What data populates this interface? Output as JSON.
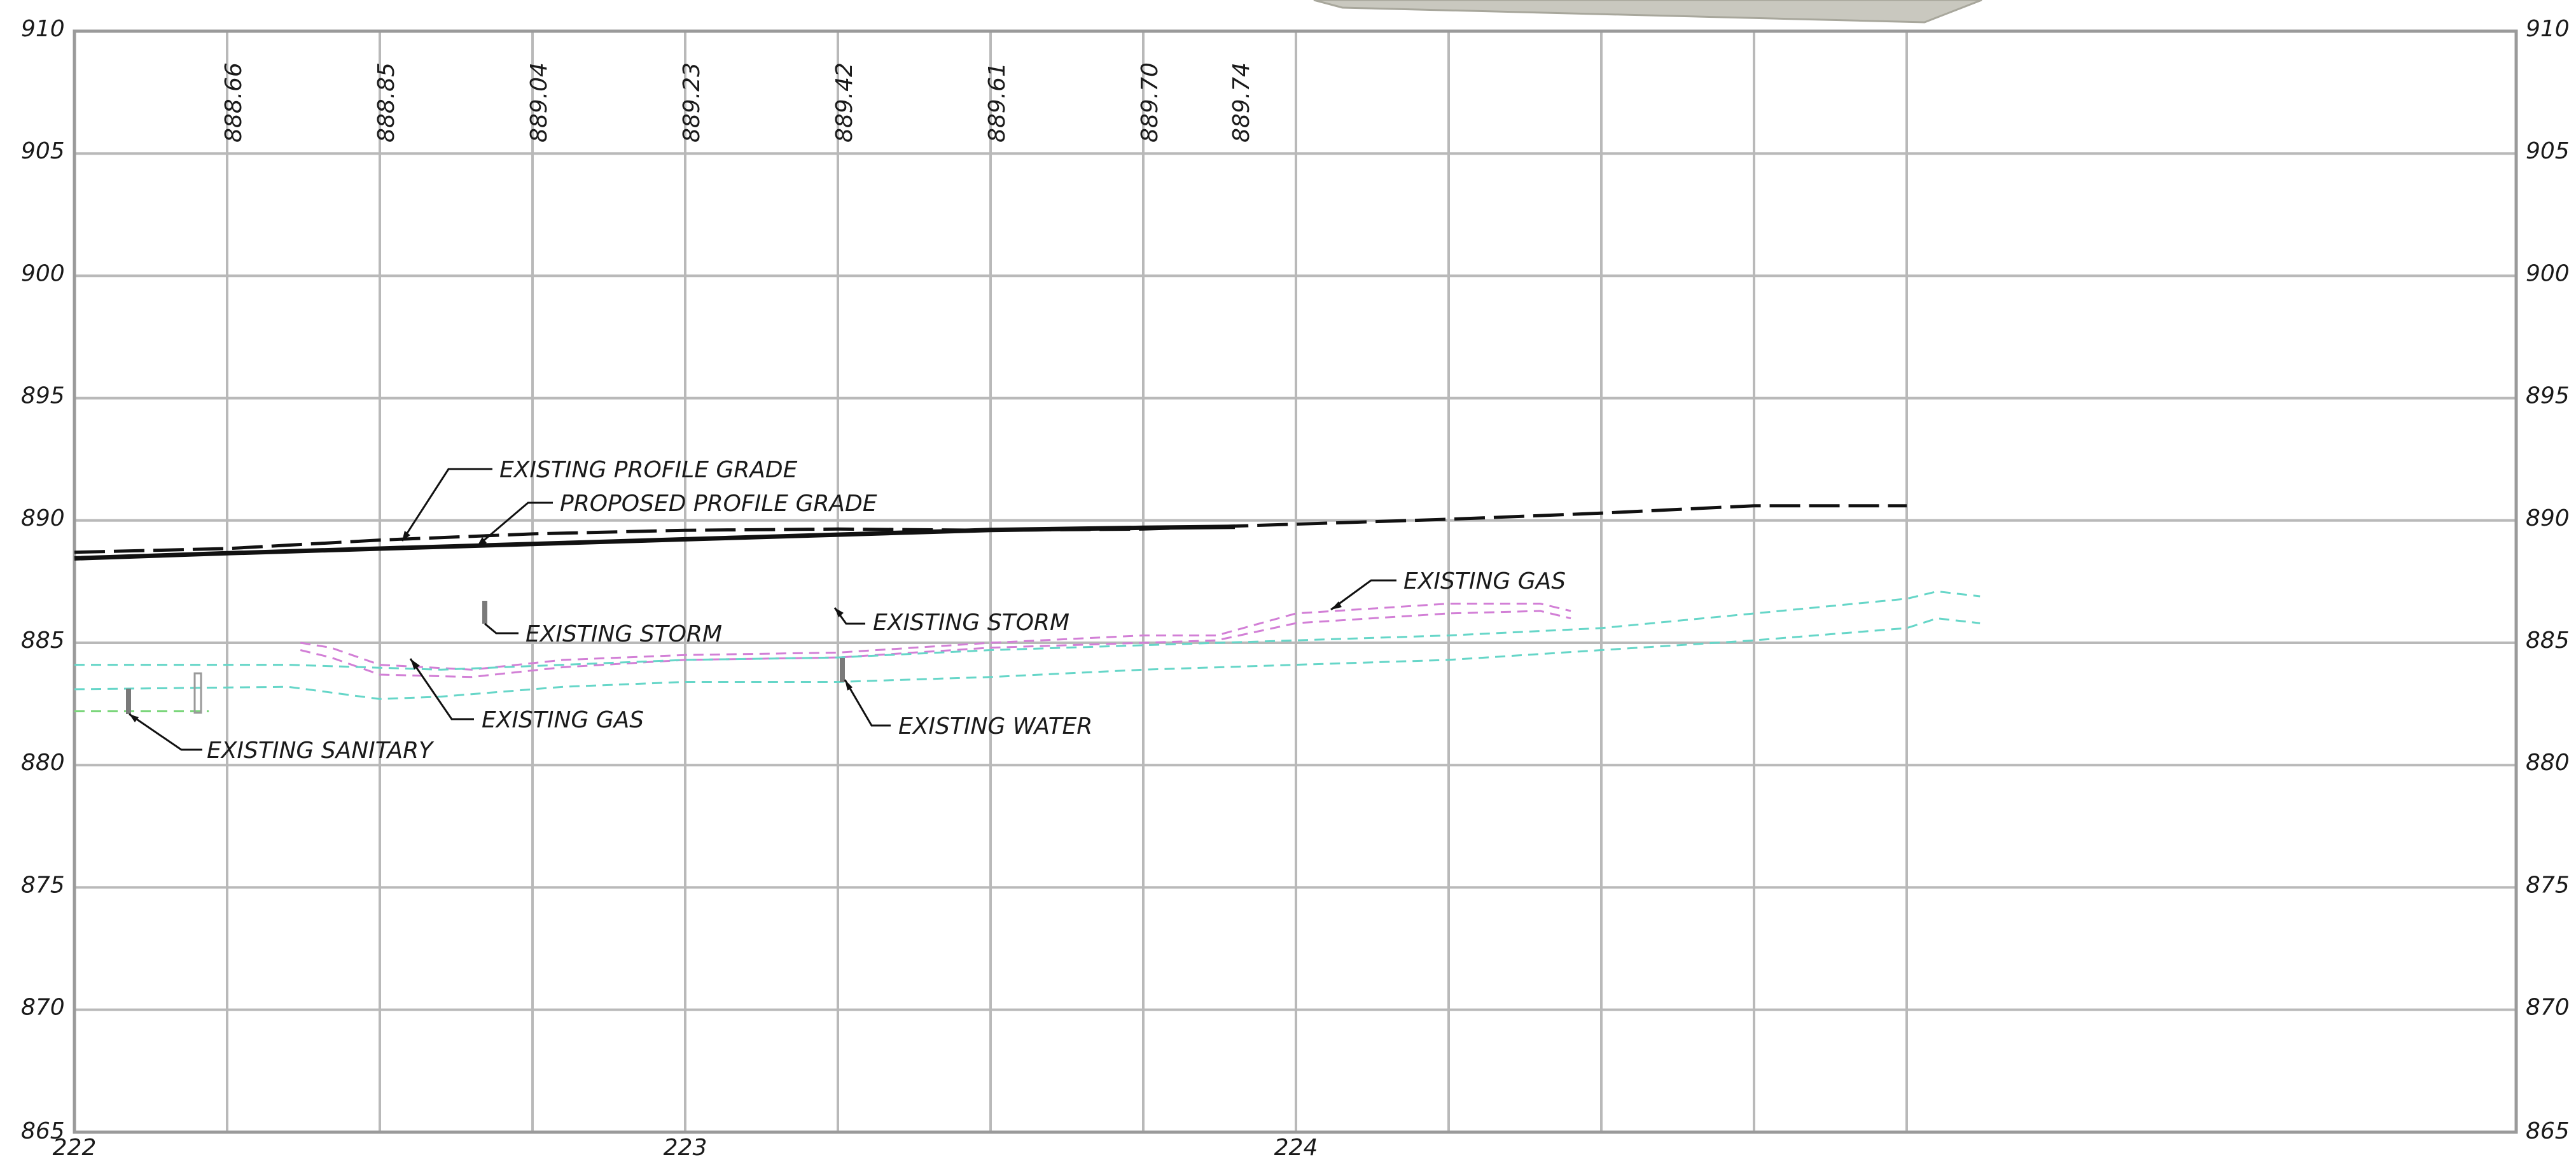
{
  "chart_data": {
    "type": "line",
    "xlabel": "",
    "ylabel": "",
    "ylim": [
      865,
      910
    ],
    "xlim": [
      222,
      226
    ],
    "station_labels": [
      "222",
      "223",
      "224"
    ],
    "elevation_ticks": [
      910,
      905,
      900,
      895,
      890,
      885,
      880,
      875,
      870,
      865
    ],
    "elevation_labels": [
      "910",
      "905",
      "900",
      "895",
      "890",
      "885",
      "880",
      "875",
      "870",
      "865"
    ],
    "grade_elevations": [
      {
        "station": 222.25,
        "text": "888.66"
      },
      {
        "station": 222.5,
        "text": "888.85"
      },
      {
        "station": 222.75,
        "text": "889.04"
      },
      {
        "station": 223.0,
        "text": "889.23"
      },
      {
        "station": 223.25,
        "text": "889.42"
      },
      {
        "station": 223.5,
        "text": "889.61"
      },
      {
        "station": 223.75,
        "text": "889.70"
      },
      {
        "station": 223.9,
        "text": "889.74"
      }
    ],
    "series": [
      {
        "key": "existing_grade",
        "color": "#111111",
        "dashed": true,
        "x": [
          222.0,
          222.25,
          222.5,
          222.75,
          223.0,
          223.25,
          223.5,
          223.75,
          224.0,
          224.25,
          224.5,
          224.75,
          225.0
        ],
        "y": [
          888.7,
          888.85,
          889.2,
          889.45,
          889.6,
          889.65,
          889.6,
          889.65,
          889.85,
          890.05,
          890.3,
          890.6,
          890.6
        ]
      },
      {
        "key": "proposed_grade",
        "color": "#111111",
        "dashed": false,
        "x": [
          222.0,
          222.25,
          222.5,
          222.75,
          223.0,
          223.25,
          223.5,
          223.75,
          223.9
        ],
        "y": [
          888.45,
          888.66,
          888.85,
          889.04,
          889.23,
          889.42,
          889.61,
          889.7,
          889.74
        ]
      },
      {
        "key": "gas_top",
        "color": "#d27fd6",
        "dashed": true,
        "x": [
          222.37,
          222.42,
          222.5,
          222.65,
          222.8,
          223.0,
          223.25,
          223.5,
          223.75,
          223.87,
          224.0,
          224.25,
          224.4,
          224.45
        ],
        "y": [
          885.0,
          884.8,
          884.1,
          883.9,
          884.3,
          884.5,
          884.6,
          885.0,
          885.3,
          885.3,
          886.2,
          886.6,
          886.6,
          886.3
        ]
      },
      {
        "key": "gas_bottom",
        "color": "#d27fd6",
        "dashed": true,
        "x": [
          222.37,
          222.42,
          222.5,
          222.65,
          222.8,
          223.0,
          223.25,
          223.5,
          223.75,
          223.87,
          224.0,
          224.25,
          224.4,
          224.45
        ],
        "y": [
          884.7,
          884.4,
          883.7,
          883.6,
          884.0,
          884.3,
          884.4,
          884.8,
          885.0,
          885.1,
          885.8,
          886.2,
          886.3,
          886.0
        ]
      },
      {
        "key": "water_top",
        "color": "#66d6c8",
        "dashed": true,
        "x": [
          222.0,
          222.35,
          222.6,
          222.8,
          223.0,
          223.25,
          223.5,
          223.75,
          224.0,
          224.25,
          224.5,
          224.75,
          225.0,
          225.05,
          225.12
        ],
        "y": [
          884.1,
          884.1,
          883.9,
          884.1,
          884.3,
          884.4,
          884.7,
          884.9,
          885.1,
          885.3,
          885.6,
          886.2,
          886.8,
          887.1,
          886.9
        ]
      },
      {
        "key": "water_bottom",
        "color": "#66d6c8",
        "dashed": true,
        "x": [
          222.0,
          222.35,
          222.5,
          222.6,
          222.8,
          223.0,
          223.25,
          223.5,
          223.75,
          224.0,
          224.25,
          224.5,
          224.75,
          225.0,
          225.05,
          225.12
        ],
        "y": [
          883.1,
          883.2,
          882.7,
          882.8,
          883.2,
          883.4,
          883.4,
          883.6,
          883.9,
          884.1,
          884.3,
          884.7,
          885.1,
          885.6,
          886.0,
          885.8
        ]
      },
      {
        "key": "sanitary",
        "color": "#7bd67b",
        "dashed": true,
        "x": [
          222.0,
          222.22
        ],
        "y": [
          882.2,
          882.2
        ]
      }
    ],
    "labels": {
      "existing_profile_grade": "EXISTING PROFILE GRADE",
      "proposed_profile_grade": "PROPOSED PROFILE GRADE",
      "existing_storm_1": "EXISTING STORM",
      "existing_storm_2": "EXISTING STORM",
      "existing_gas_1": "EXISTING GAS",
      "existing_gas_2": "EXISTING GAS",
      "existing_water": "EXISTING WATER",
      "existing_sanitary": "EXISTING SANITARY"
    }
  }
}
